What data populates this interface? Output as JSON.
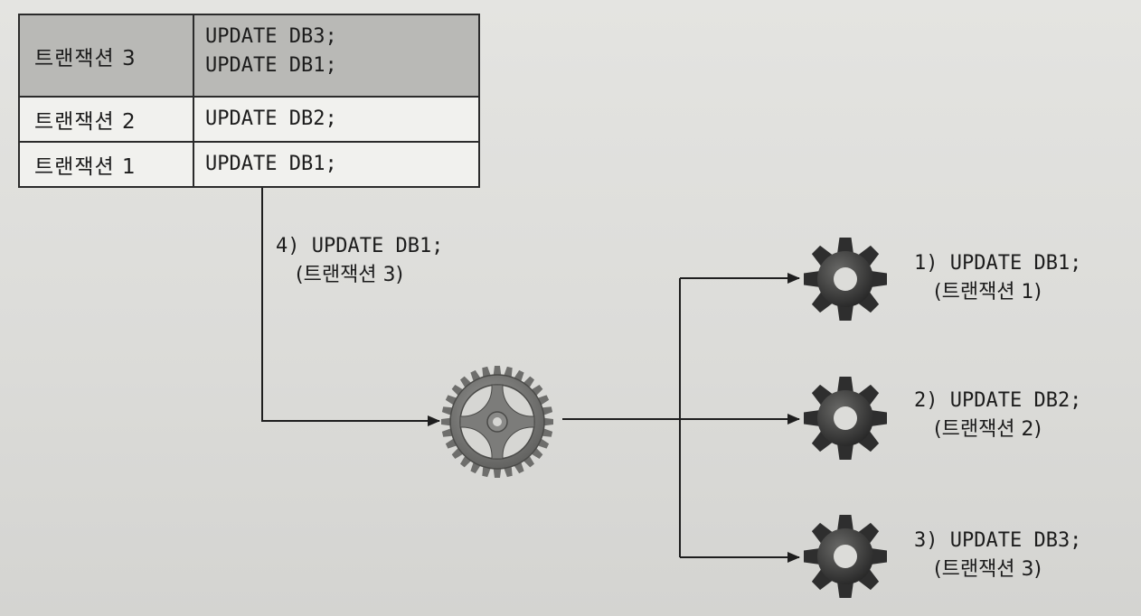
{
  "queue": {
    "rows": [
      {
        "name": "트랜잭션 3",
        "sql": [
          "UPDATE DB3;",
          "UPDATE DB1;"
        ],
        "highlighted": true
      },
      {
        "name": "트랜잭션 2",
        "sql": [
          "UPDATE DB2;"
        ],
        "highlighted": false
      },
      {
        "name": "트랜잭션 1",
        "sql": [
          "UPDATE DB1;"
        ],
        "highlighted": false
      }
    ]
  },
  "dispatch": {
    "line1": "4) UPDATE DB1;",
    "line2": "(트랜잭션 3)"
  },
  "workers": [
    {
      "line1": "1) UPDATE DB1;",
      "line2": "(트랜잭션 1)"
    },
    {
      "line1": "2) UPDATE DB2;",
      "line2": "(트랜잭션 2)"
    },
    {
      "line1": "3) UPDATE DB3;",
      "line2": "(트랜잭션 3)"
    }
  ],
  "icons": {
    "coordinator": "large-spoked-gear-icon",
    "worker": "small-gear-icon"
  }
}
